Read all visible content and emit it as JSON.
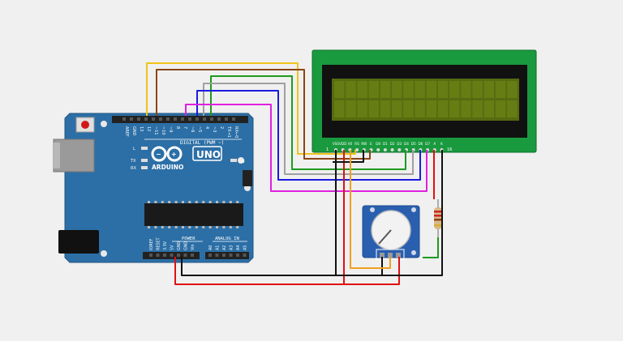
{
  "arduino": {
    "brand": "ARDUINO",
    "model": "UNO",
    "digital_label": "DIGITAL (PWM ~)",
    "power_label": "POWER",
    "analog_label": "ANALOG IN",
    "on_label": "ON",
    "led_l": "L",
    "led_tx": "TX",
    "led_rx": "RX",
    "digital_pins": [
      "AREF",
      "GND",
      "13",
      "12",
      "~11",
      "~10",
      "~9",
      "8",
      "7",
      "~6",
      "~5",
      "4",
      "~3",
      "2",
      "TX→1",
      "RX←0"
    ],
    "power_pins": [
      "IOREF",
      "RESET",
      "3.3V",
      "5V",
      "GND",
      "GND",
      "Vin"
    ],
    "analog_pins": [
      "A0",
      "A1",
      "A2",
      "A3",
      "A4",
      "A5"
    ],
    "board_color": "#2c6fa6",
    "chip_label": ""
  },
  "lcd": {
    "pins": [
      "VSS",
      "VDD",
      "V0",
      "RS",
      "RW",
      "E",
      "D0",
      "D1",
      "D2",
      "D3",
      "D4",
      "D5",
      "D6",
      "D7",
      "A",
      "K"
    ],
    "pin_start": "1",
    "pin_end": "16",
    "pcb_color": "#1a9a3e",
    "screen_color": "#556b10"
  },
  "wires": {
    "colors": {
      "yellow": "#f0c419",
      "brown": "#8b4513",
      "green": "#1e9a1e",
      "gray": "#a0a0a0",
      "blue": "#1a1ae0",
      "magenta": "#e020e0",
      "red": "#e01010",
      "black": "#111111",
      "orange": "#f0a020"
    }
  }
}
